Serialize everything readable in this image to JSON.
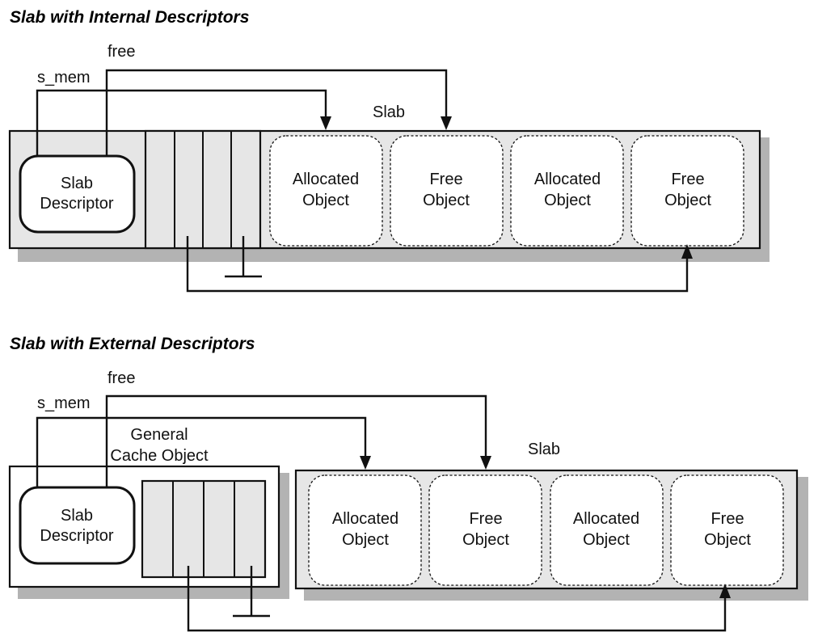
{
  "internal": {
    "title": "Slab with Internal Descriptors",
    "free_label": "free",
    "s_mem_label": "s_mem",
    "slab_label": "Slab",
    "descriptor": [
      "Slab",
      "Descriptor"
    ],
    "objects": [
      {
        "state": "allocated",
        "lines": [
          "Allocated",
          "Object"
        ]
      },
      {
        "state": "free",
        "lines": [
          "Free",
          "Object"
        ]
      },
      {
        "state": "allocated",
        "lines": [
          "Allocated",
          "Object"
        ]
      },
      {
        "state": "free",
        "lines": [
          "Free",
          "Object"
        ]
      }
    ]
  },
  "external": {
    "title": "Slab with External Descriptors",
    "free_label": "free",
    "s_mem_label": "s_mem",
    "general_cache_label": [
      "General",
      "Cache Object"
    ],
    "slab_label": "Slab",
    "descriptor": [
      "Slab",
      "Descriptor"
    ],
    "objects": [
      {
        "state": "allocated",
        "lines": [
          "Allocated",
          "Object"
        ]
      },
      {
        "state": "free",
        "lines": [
          "Free",
          "Object"
        ]
      },
      {
        "state": "allocated",
        "lines": [
          "Allocated",
          "Object"
        ]
      },
      {
        "state": "free",
        "lines": [
          "Free",
          "Object"
        ]
      }
    ]
  }
}
